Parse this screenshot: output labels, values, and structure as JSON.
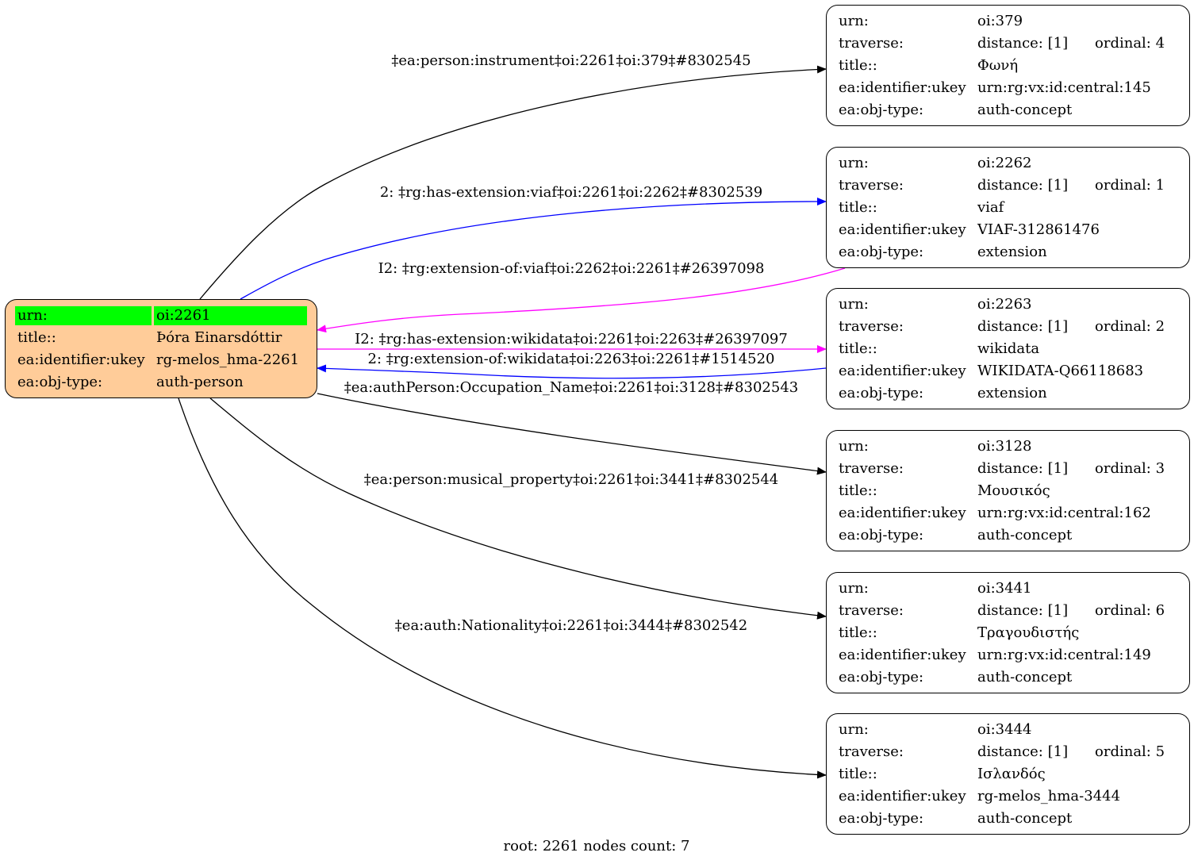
{
  "root_node": {
    "rows": [
      {
        "key": "urn:",
        "value": "oi:2261"
      },
      {
        "key": "title::",
        "value": "Þóra Einarsdóttir"
      },
      {
        "key": "ea:identifier:ukey",
        "value": "rg-melos_hma-2261"
      },
      {
        "key": "ea:obj-type:",
        "value": "auth-person"
      }
    ],
    "fill_color": "#ffcc99",
    "highlight_color": "#00ff00"
  },
  "child_nodes": [
    {
      "urn": "oi:379",
      "distance": "distance: [1]",
      "ordinal": "ordinal: 4",
      "title": "Φωνή",
      "ukey": "urn:rg:vx:id:central:145",
      "obj_type": "auth-concept"
    },
    {
      "urn": "oi:2262",
      "distance": "distance: [1]",
      "ordinal": "ordinal: 1",
      "title": "viaf",
      "ukey": "VIAF-312861476",
      "obj_type": "extension"
    },
    {
      "urn": "oi:2263",
      "distance": "distance: [1]",
      "ordinal": "ordinal: 2",
      "title": "wikidata",
      "ukey": "WIKIDATA-Q66118683",
      "obj_type": "extension"
    },
    {
      "urn": "oi:3128",
      "distance": "distance: [1]",
      "ordinal": "ordinal: 3",
      "title": "Μουσικός",
      "ukey": "urn:rg:vx:id:central:162",
      "obj_type": "auth-concept"
    },
    {
      "urn": "oi:3441",
      "distance": "distance: [1]",
      "ordinal": "ordinal: 6",
      "title": "Τραγουδιστής",
      "ukey": "urn:rg:vx:id:central:149",
      "obj_type": "auth-concept"
    },
    {
      "urn": "oi:3444",
      "distance": "distance: [1]",
      "ordinal": "ordinal: 5",
      "title": "Ισλανδός",
      "ukey": "rg-melos_hma-3444",
      "obj_type": "auth-concept"
    }
  ],
  "child_keys": {
    "urn": "urn:",
    "traverse": "traverse:",
    "title": "title::",
    "ukey": "ea:identifier:ukey",
    "obj_type": "ea:obj-type:"
  },
  "edges": [
    {
      "label": "‡ea:person:instrument‡oi:2261‡oi:379‡#8302545",
      "from": "oi:2261",
      "to": "oi:379",
      "color": "#000000"
    },
    {
      "label": "2: ‡rg:has-extension:viaf‡oi:2261‡oi:2262‡#8302539",
      "from": "oi:2261",
      "to": "oi:2262",
      "color": "#0000ff"
    },
    {
      "label": "I2: ‡rg:extension-of:viaf‡oi:2262‡oi:2261‡#26397098",
      "from": "oi:2262",
      "to": "oi:2261",
      "color": "#ff00ff"
    },
    {
      "label": "I2: ‡rg:has-extension:wikidata‡oi:2261‡oi:2263‡#26397097",
      "from": "oi:2261",
      "to": "oi:2263",
      "color": "#ff00ff"
    },
    {
      "label": "2: ‡rg:extension-of:wikidata‡oi:2263‡oi:2261‡#1514520",
      "from": "oi:2263",
      "to": "oi:2261",
      "color": "#0000ff"
    },
    {
      "label": "‡ea:authPerson:Occupation_Name‡oi:2261‡oi:3128‡#8302543",
      "from": "oi:2261",
      "to": "oi:3128",
      "color": "#000000"
    },
    {
      "label": "‡ea:person:musical_property‡oi:2261‡oi:3441‡#8302544",
      "from": "oi:2261",
      "to": "oi:3441",
      "color": "#000000"
    },
    {
      "label": "‡ea:auth:Nationality‡oi:2261‡oi:3444‡#8302542",
      "from": "oi:2261",
      "to": "oi:3444",
      "color": "#000000"
    }
  ],
  "footer": "root: 2261 nodes count: 7"
}
